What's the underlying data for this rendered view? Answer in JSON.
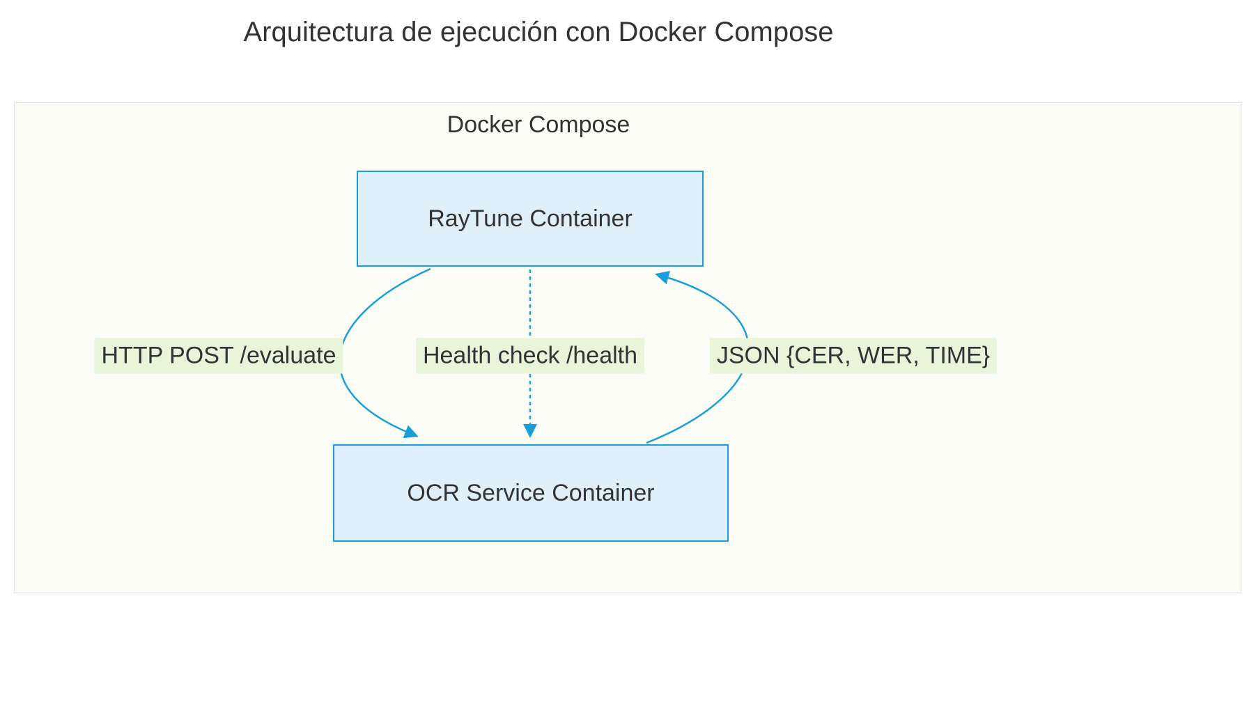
{
  "title": "Arquitectura de ejecución con Docker Compose",
  "diagram": {
    "cluster_label": "Docker Compose",
    "nodes": [
      {
        "id": "raytune",
        "label": "RayTune Container"
      },
      {
        "id": "ocr",
        "label": "OCR Service Container"
      }
    ],
    "edges": [
      {
        "from": "raytune",
        "to": "ocr",
        "label": "HTTP POST /evaluate",
        "style": "solid"
      },
      {
        "from": "raytune",
        "to": "ocr",
        "label": "Health check /health",
        "style": "dotted"
      },
      {
        "from": "ocr",
        "to": "raytune",
        "label": "JSON {CER, WER, TIME}",
        "style": "solid"
      }
    ],
    "colors": {
      "node_fill": "#e0f0fb",
      "node_border": "#1a9ed9",
      "edge_stroke": "#1a9ed9",
      "edge_label_bg": "#e9f5d9",
      "cluster_fill": "#fcfcf6",
      "cluster_border": "#dedede",
      "text": "#333333"
    }
  }
}
